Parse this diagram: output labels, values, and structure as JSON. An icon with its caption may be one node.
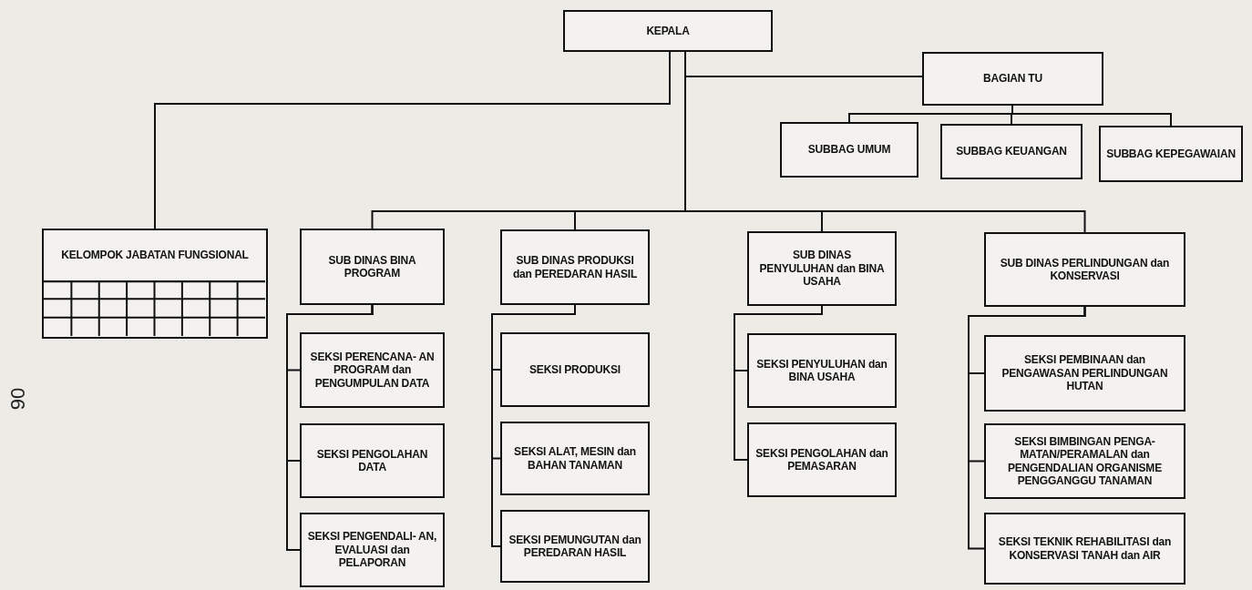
{
  "diagram": {
    "nodes": [
      {
        "text": [
          "KEPALA"
        ]
      },
      {
        "text": [
          "BAGIAN TU"
        ]
      },
      {
        "text": [
          "SUBBAG UMUM"
        ]
      },
      {
        "text": [
          "SUBBAG KEUANGAN"
        ]
      },
      {
        "text": [
          "SUBBAG KEPEGAWAIAN"
        ]
      },
      {
        "text": [
          "KELOMPOK JABATAN FUNGSIONAL"
        ]
      },
      {
        "text": [
          "SUB DINAS BINA PROGRAM"
        ]
      },
      {
        "text": [
          "SEKSI PERENCANA- AN PROGRAM dan PENGUMPULAN DATA"
        ]
      },
      {
        "text": [
          "SEKSI PENGOLAHAN DATA"
        ]
      },
      {
        "text": [
          "SEKSI PENGENDALI- AN, EVALUASI dan PELAPORAN"
        ]
      },
      {
        "text": [
          "SUB DINAS PRODUKSI dan PEREDARAN HASIL"
        ]
      },
      {
        "text": [
          "SEKSI PRODUKSI"
        ]
      },
      {
        "text": [
          "SEKSI ALAT, MESIN dan BAHAN TANAMAN"
        ]
      },
      {
        "text": [
          "SEKSI PEMUNGUTAN dan PEREDARAN HASIL"
        ]
      },
      {
        "text": [
          "SUB DINAS PENYULUHAN dan BINA USAHA"
        ]
      },
      {
        "text": [
          "SEKSI PENYULUHAN dan BINA USAHA"
        ]
      },
      {
        "text": [
          "SEKSI PENGOLAHAN dan PEMASARAN"
        ]
      },
      {
        "text": [
          "SUB DINAS PERLINDUNGAN dan KONSERVASI"
        ]
      },
      {
        "text": [
          "SEKSI PEMBINAAN dan PENGAWASAN PERLINDUNGAN HUTAN"
        ]
      },
      {
        "text": [
          "SEKSI BIMBINGAN PENGA- MATAN/PERAMALAN dan PENGENDALIAN ORGANISME PENGGANGGU TANAMAN"
        ]
      },
      {
        "text": [
          "SEKSI TEKNIK REHABILITASI dan KONSERVASI TANAH dan AIR"
        ]
      }
    ],
    "edges": [
      {
        "from": 0,
        "to": 1,
        "arrow": "none"
      },
      {
        "from": 0,
        "to": 5,
        "arrow": "none"
      },
      {
        "from": 0,
        "to": 6,
        "arrow": "none"
      },
      {
        "from": 0,
        "to": 10,
        "arrow": "none"
      },
      {
        "from": 0,
        "to": 14,
        "arrow": "none"
      },
      {
        "from": 0,
        "to": 17,
        "arrow": "none"
      },
      {
        "from": 1,
        "to": 2,
        "arrow": "none"
      },
      {
        "from": 1,
        "to": 3,
        "arrow": "none"
      },
      {
        "from": 1,
        "to": 4,
        "arrow": "none"
      },
      {
        "from": 6,
        "to": 7,
        "arrow": "none"
      },
      {
        "from": 6,
        "to": 8,
        "arrow": "none"
      },
      {
        "from": 6,
        "to": 9,
        "arrow": "none"
      },
      {
        "from": 10,
        "to": 11,
        "arrow": "none"
      },
      {
        "from": 10,
        "to": 12,
        "arrow": "none"
      },
      {
        "from": 10,
        "to": 13,
        "arrow": "none"
      },
      {
        "from": 14,
        "to": 15,
        "arrow": "none"
      },
      {
        "from": 14,
        "to": 16,
        "arrow": "none"
      },
      {
        "from": 17,
        "to": 18,
        "arrow": "none"
      },
      {
        "from": 17,
        "to": 19,
        "arrow": "none"
      },
      {
        "from": 17,
        "to": 20,
        "arrow": "none"
      }
    ],
    "labels": [
      "90"
    ]
  }
}
